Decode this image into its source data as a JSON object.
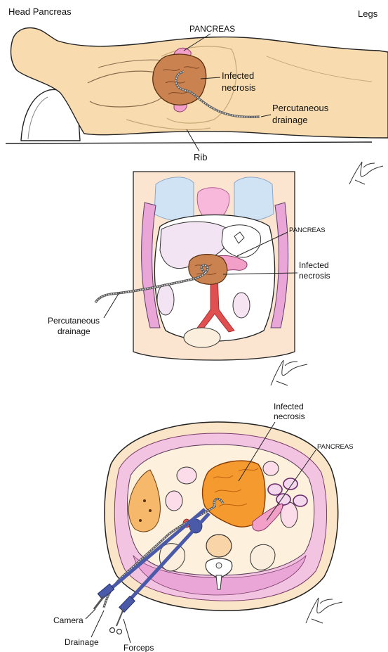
{
  "panel1": {
    "head_label": "Head Pancreas",
    "legs_label": "Legs",
    "pancreas_label": "PANCREAS",
    "necrosis_line1": "Infected",
    "necrosis_line2": "necrosis",
    "drainage_line1": "Percutaneous",
    "drainage_line2": "drainage",
    "rib_label": "Rib"
  },
  "panel2": {
    "pancreas_label": "PANCREAS",
    "necrosis_line1": "Infected",
    "necrosis_line2": "necrosis",
    "drainage_line1": "Percutaneous",
    "drainage_line2": "drainage"
  },
  "panel3": {
    "necrosis_line1": "Infected",
    "necrosis_line2": "necrosis",
    "pancreas_label": "PANCREAS",
    "camera_label": "Camera",
    "drainage_label": "Drainage",
    "forceps_label": "Forceps"
  },
  "colors": {
    "skin": "#f8dcb0",
    "necrosis_brown": "#c98250",
    "necrosis_orange": "#f59a2e",
    "pancreas_pink": "#f2a0c8",
    "lung_blue": "#cfe3f4",
    "aorta_red": "#e05050",
    "muscle_pink": "#e9a6d6",
    "instrument_blue": "#4a5aa8"
  }
}
